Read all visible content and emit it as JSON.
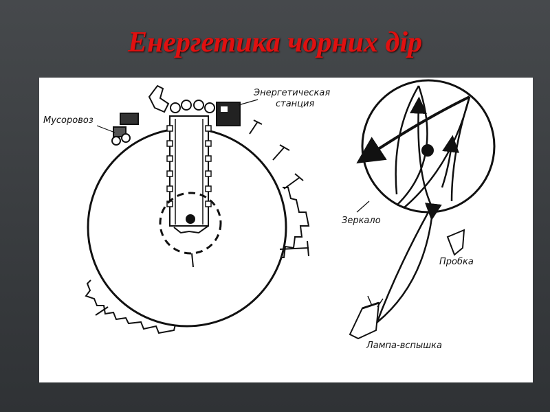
{
  "slide": {
    "title": "Енергетика чорних дір"
  },
  "diagram": {
    "labels": {
      "garbage_truck": "Мусоровоз",
      "power_station_line1": "Энергетическая",
      "power_station_line2": "станция",
      "mirror": "Зеркало",
      "plug": "Пробка",
      "flash_lamp": "Лампа-вспышка"
    }
  }
}
